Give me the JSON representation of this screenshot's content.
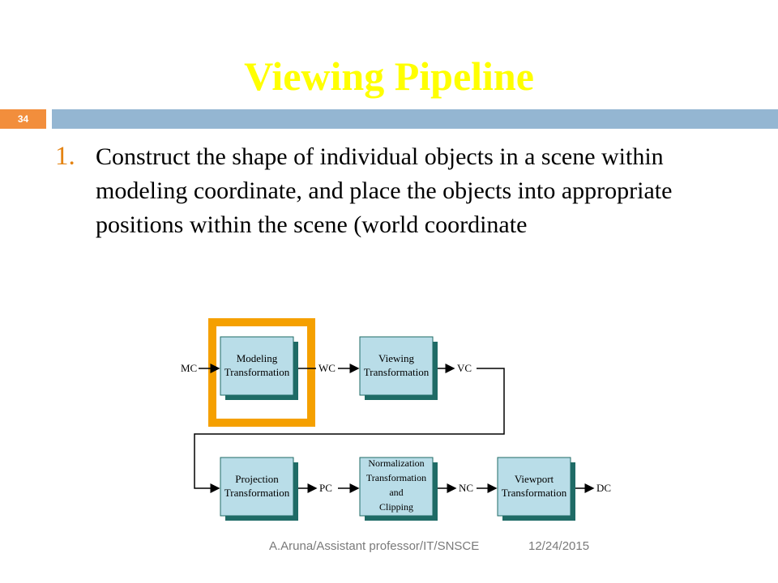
{
  "slide": {
    "title": "Viewing Pipeline",
    "number": "34",
    "bullet_marker": "1.",
    "bullet_text": "Construct the shape of individual objects in a scene within modeling coordinate, and place the objects into appropriate positions within the scene (world coordinate"
  },
  "diagram": {
    "boxes": [
      {
        "id": "modeling",
        "lines": [
          "Modeling",
          "Transformation"
        ]
      },
      {
        "id": "viewing",
        "lines": [
          "Viewing",
          "Transformation"
        ]
      },
      {
        "id": "projection",
        "lines": [
          "Projection",
          "Transformation"
        ]
      },
      {
        "id": "normalization",
        "lines": [
          "Normalization",
          "Transformation",
          "and",
          "Clipping"
        ]
      },
      {
        "id": "viewport",
        "lines": [
          "Viewport",
          "Transformation"
        ]
      }
    ],
    "labels": {
      "mc": "MC",
      "wc": "WC",
      "vc": "VC",
      "pc": "PC",
      "nc": "NC",
      "dc": "DC"
    },
    "colors": {
      "box_fill": "#b9dde8",
      "box_shadow": "#1f6b66",
      "highlight": "#f5a000"
    }
  },
  "footer": {
    "author": "A.Aruna/Assistant professor/IT/SNSCE",
    "date": "12/24/2015"
  },
  "colors": {
    "title": "#ffff00",
    "slide_number_bg": "#f28e3c",
    "top_bar": "#94b6d2",
    "bullet": "#e48312"
  }
}
